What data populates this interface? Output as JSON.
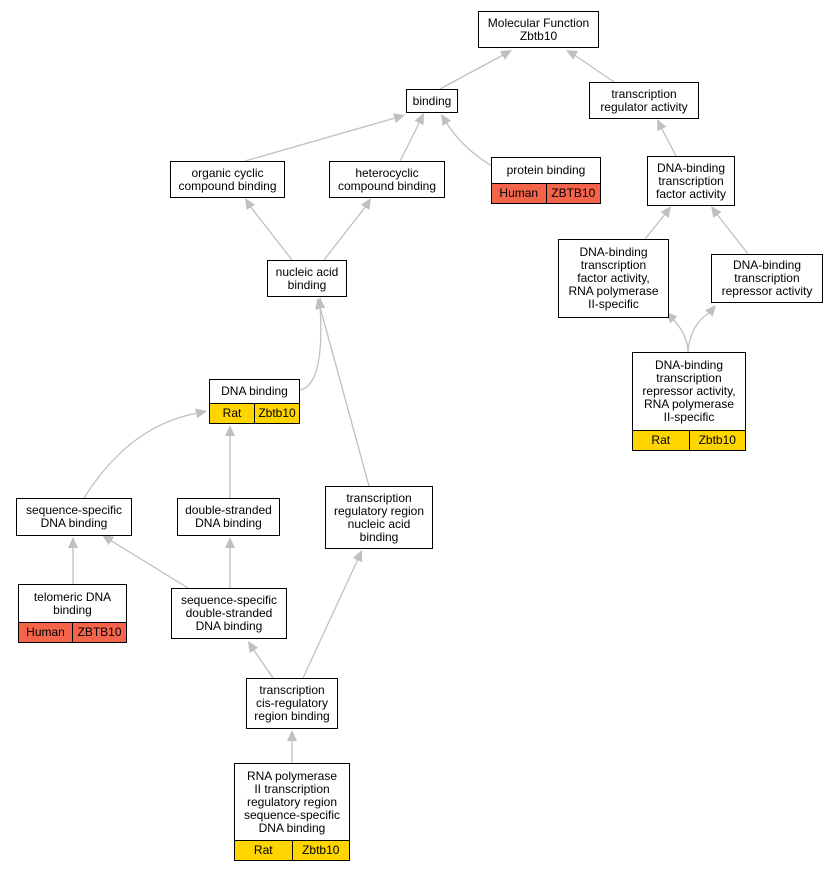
{
  "colors": {
    "edge": "#c0c0c0",
    "human": "#f4644a",
    "rat": "#ffd500"
  },
  "nodes": {
    "mf": "Molecular Function\nZbtb10",
    "binding": "binding",
    "trans_reg": "transcription\nregulator activity",
    "org_cyclic": "organic cyclic\ncompound binding",
    "hetero": "heterocyclic\ncompound binding",
    "protein": "protein binding",
    "dbtf": "DNA-binding\ntranscription\nfactor activity",
    "dbtf_pol2": "DNA-binding\ntranscription\nfactor activity,\nRNA polymerase\nII-specific",
    "dbtr": "DNA-binding\ntranscription\nrepressor activity",
    "nucleic": "nucleic acid\nbinding",
    "dbtr_pol2": "DNA-binding\ntranscription\nrepressor activity,\nRNA polymerase\nII-specific",
    "dna": "DNA binding",
    "seqspec": "sequence-specific\nDNA binding",
    "ds": "double-stranded\nDNA binding",
    "trr": "transcription\nregulatory region\nnucleic acid\nbinding",
    "telomeric": "telomeric DNA\nbinding",
    "seqds": "sequence-specific\ndouble-stranded\nDNA binding",
    "cisreg": "transcription\ncis-regulatory\nregion binding",
    "pol2": "RNA polymerase\nII transcription\nregulatory region\nsequence-specific\nDNA binding"
  },
  "annotations": {
    "protein": [
      "Human",
      "ZBTB10"
    ],
    "dbtr_pol2": [
      "Rat",
      "Zbtb10"
    ],
    "dna": [
      "Rat",
      "Zbtb10"
    ],
    "telomeric": [
      "Human",
      "ZBTB10"
    ],
    "pol2": [
      "Rat",
      "Zbtb10"
    ]
  }
}
